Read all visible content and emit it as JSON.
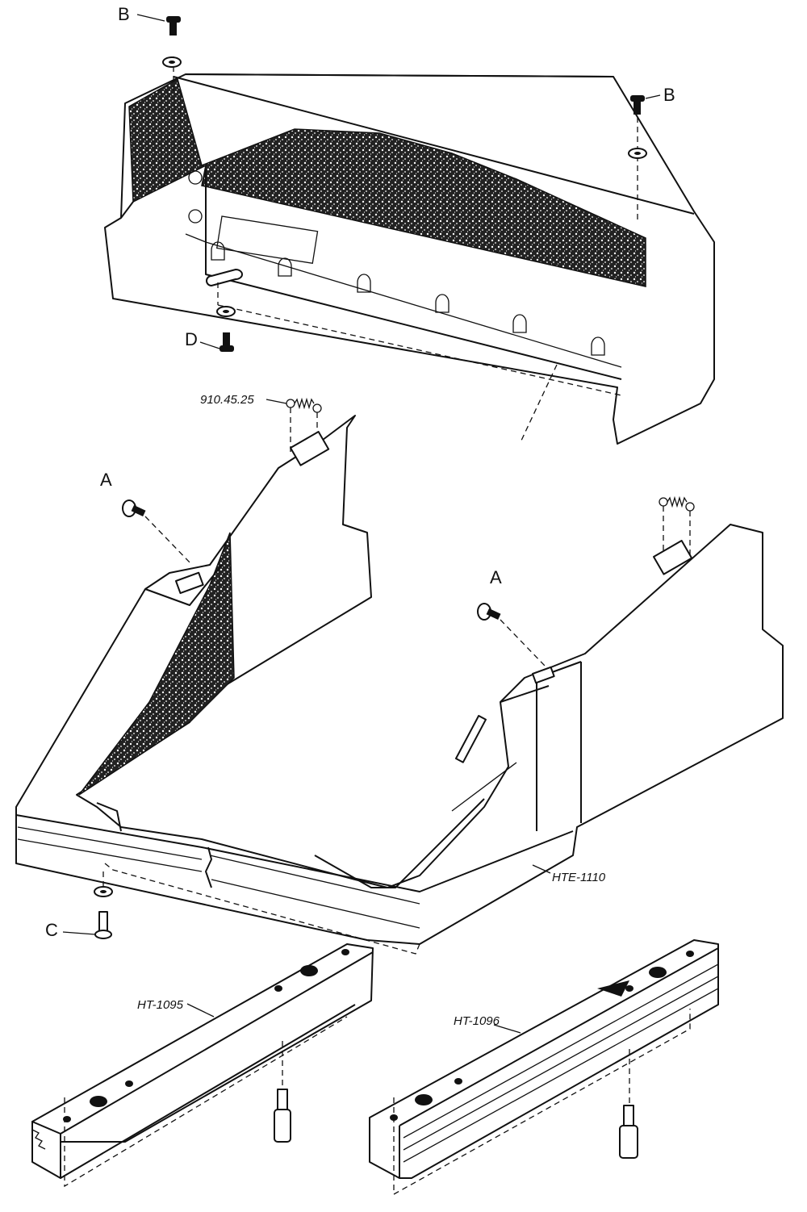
{
  "figure": {
    "callouts": {
      "b_top_left": "B",
      "b_top_right": "B",
      "d": "D",
      "a_left": "A",
      "a_right": "A",
      "c": "C"
    },
    "part_numbers": {
      "spring": "910.45.25",
      "base_frame": "HTE-1110",
      "left_rail": "HT-1095",
      "right_rail": "HT-1096"
    }
  }
}
